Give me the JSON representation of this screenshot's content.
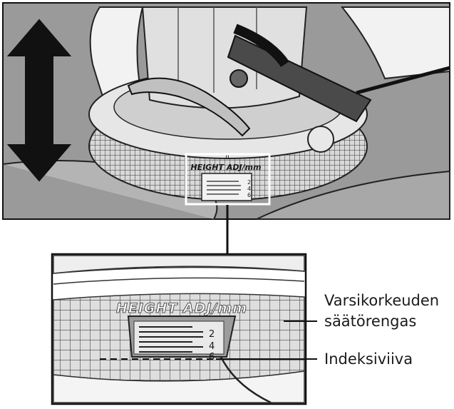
{
  "top_illustration": {
    "ring_label": "HEIGHT ADJ/mm",
    "scale_numbers": [
      "2",
      "4",
      "6"
    ],
    "index_mark": "II"
  },
  "detail_view": {
    "ring_label": "HEIGHT ADJ/mm",
    "scale_numbers": [
      "2",
      "4",
      "6"
    ]
  },
  "callouts": {
    "ring_line1": "Varsikorkeuden",
    "ring_line2": "säätörengas",
    "index_line": "Indeksiviiva"
  },
  "icons": {
    "arrow": "up-down-arrow-icon"
  },
  "colors": {
    "photo_bg": "#9a9a9a",
    "line": "#111111",
    "highlight_frame": "#ffffff"
  }
}
